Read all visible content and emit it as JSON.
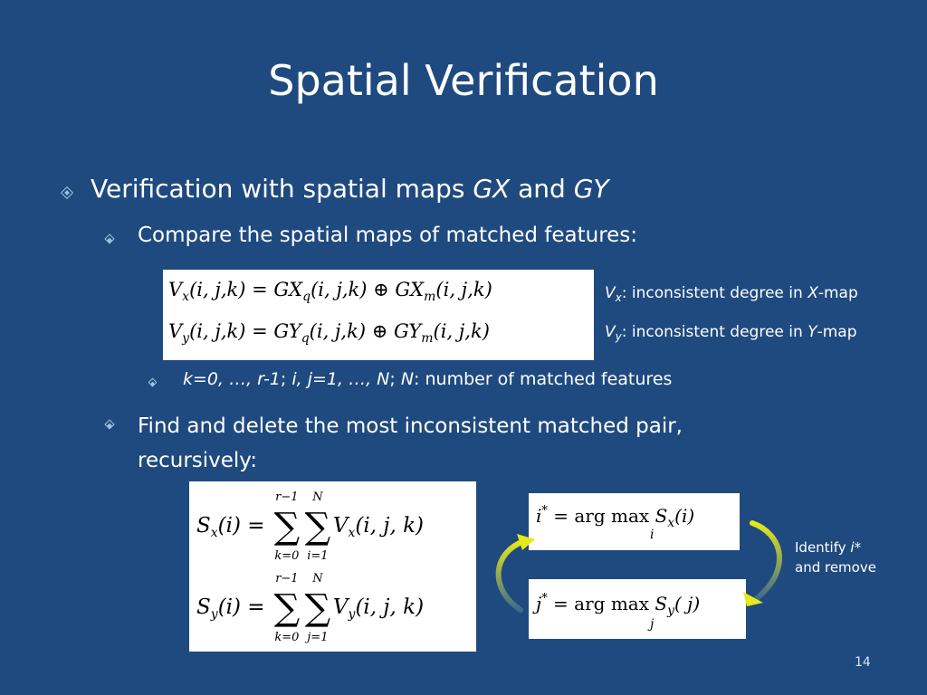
{
  "slide": {
    "title": "Spatial Verification",
    "bullet1": {
      "text_a": "Verification with spatial maps ",
      "gx": "GX",
      "text_b": " and ",
      "gy": "GY"
    },
    "bullet2": {
      "text": "Compare the spatial maps of matched features:"
    },
    "bullet3": {
      "range_k": "k=0, …, r-1",
      "sep1": ";  ",
      "range_ij": "i, j=1, …, N",
      "sep2": ";  ",
      "n": "N",
      "rest": ": number of matched features"
    },
    "bullet4": {
      "line1": "Find and delete the most inconsistent matched pair,",
      "line2": "recursively:"
    },
    "eq_v": {
      "vx": "V",
      "vx_sub": "x",
      "vx_args": "(i, j,k) = ",
      "gxq": "GX",
      "gxq_sub": "q",
      "gxq_args": "(i, j,k) ⊕ ",
      "gxm": "GX",
      "gxm_sub": "m",
      "gxm_args": "(i, j,k)",
      "vy": "V",
      "vy_sub": "y",
      "vy_args": "(i, j,k) = ",
      "gyq": "GY",
      "gyq_sub": "q",
      "gyq_args": "(i, j,k) ⊕ ",
      "gym": "GY",
      "gym_sub": "m",
      "gym_args": "(i, j,k)"
    },
    "note_vx": {
      "v": "V",
      "sub": "x",
      "text": ": inconsistent degree in ",
      "map": "X",
      "suffix": "-map"
    },
    "note_vy": {
      "v": "V",
      "sub": "y",
      "text": ": inconsistent degree in ",
      "map": "Y",
      "suffix": "-map"
    },
    "eq_s": {
      "sx": "S",
      "sx_sub": "x",
      "sx_args": "(i) = ",
      "sum_top1": "r−1",
      "sum_bot1": "k=0",
      "sum_top2": "N",
      "sum_bot2": "i=1",
      "vx": "V",
      "vx_sub": "x",
      "vx_args": "(i, j, k)",
      "sy": "S",
      "sy_sub": "y",
      "sy_args": "(i) = ",
      "sum_top3": "r−1",
      "sum_bot3": "k=0",
      "sum_top4": "N",
      "sum_bot4": "j=1",
      "vy": "V",
      "vy_sub": "y",
      "vy_args": "(i, j, k)",
      "sigma": "∑"
    },
    "eq_arg": {
      "istar": "i",
      "star": "*",
      "eq1": " = arg  max ",
      "s1": "S",
      "s1_sub": "x",
      "s1_args": "(i)",
      "under1": "i",
      "jstar": "j",
      "eq2": " = arg  max ",
      "s2": "S",
      "s2_sub": "y",
      "s2_args": "( j)",
      "under2": "j"
    },
    "side_note": {
      "line1_a": "Identify ",
      "line1_i": "i",
      "line1_b": "*",
      "line2": "and remove"
    },
    "page_number": "14",
    "colors": {
      "background": "#1f4a7f",
      "bullet": "#9fc3e8",
      "arrow": "#e8e81a"
    }
  }
}
